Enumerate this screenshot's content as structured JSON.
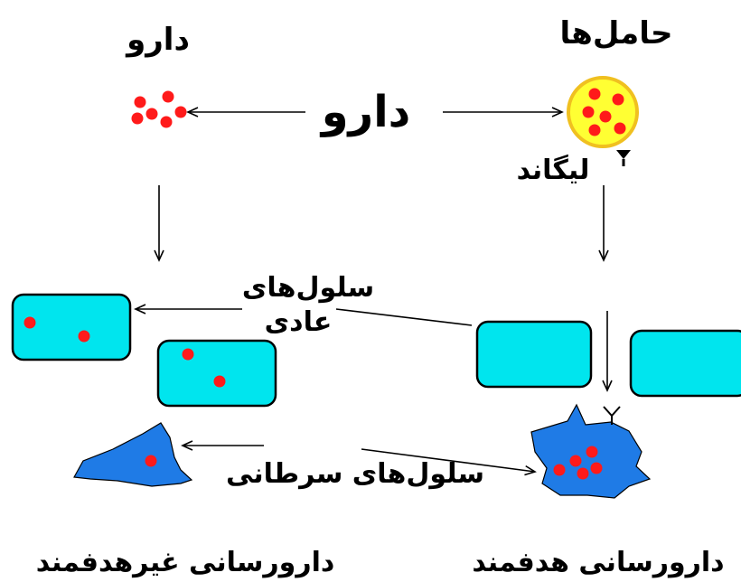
{
  "labels": {
    "drug_left": "دارو",
    "carriers": "حامل‌ها",
    "drug_center": "دارو",
    "ligand": "لیگاند",
    "normal_cells_line1": "سلول‌های",
    "normal_cells_line2": "عادی",
    "cancer_cells": "سلول‌های سرطانی",
    "non_targeted": "دارورسانی غیرهدفمند",
    "targeted": "دارورسانی هدفمند"
  },
  "colors": {
    "drug": "#ff1a1a",
    "carrier": "#ffff33",
    "normal_cell": "#00e5ee",
    "cancer_cell": "#1f7be6"
  }
}
